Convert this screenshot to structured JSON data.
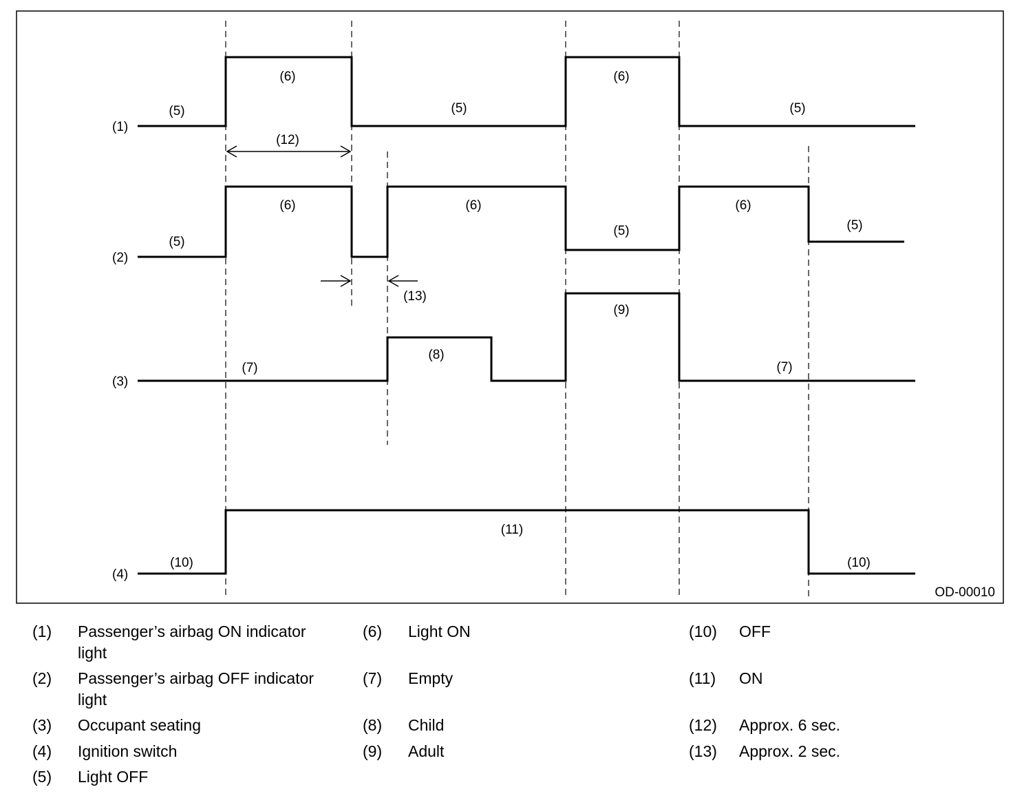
{
  "diagram": {
    "code": "OD-00010",
    "rows": [
      {
        "id": "row-1",
        "label": "(1)",
        "segments": [
          "(5)",
          "(6)",
          "(5)",
          "(6)",
          "(5)"
        ]
      },
      {
        "id": "row-2",
        "label": "(2)",
        "segments": [
          "(5)",
          "(6)",
          "(6)",
          "(5)",
          "(6)",
          "(5)"
        ]
      },
      {
        "id": "row-3",
        "label": "(3)",
        "segments": [
          "(7)",
          "(8)",
          "(9)",
          "(7)"
        ]
      },
      {
        "id": "row-4",
        "label": "(4)",
        "segments": [
          "(10)",
          "(11)",
          "(10)"
        ]
      }
    ],
    "intervals": {
      "long": "(12)",
      "short": "(13)"
    }
  },
  "legend": [
    {
      "num": "(1)",
      "line1": "Passenger’s airbag ON indicator",
      "line2": "light"
    },
    {
      "num": "(2)",
      "line1": "Passenger’s airbag OFF indicator",
      "line2": "light"
    },
    {
      "num": "(3)",
      "line1": "Occupant seating"
    },
    {
      "num": "(4)",
      "line1": "Ignition switch"
    },
    {
      "num": "(5)",
      "line1": "Light OFF"
    },
    {
      "num": "(6)",
      "line1": "Light ON"
    },
    {
      "num": "(7)",
      "line1": "Empty"
    },
    {
      "num": "(8)",
      "line1": "Child"
    },
    {
      "num": "(9)",
      "line1": "Adult"
    },
    {
      "num": "(10)",
      "line1": "OFF"
    },
    {
      "num": "(11)",
      "line1": "ON"
    },
    {
      "num": "(12)",
      "line1": "Approx. 6 sec."
    },
    {
      "num": "(13)",
      "line1": "Approx. 2 sec."
    }
  ]
}
